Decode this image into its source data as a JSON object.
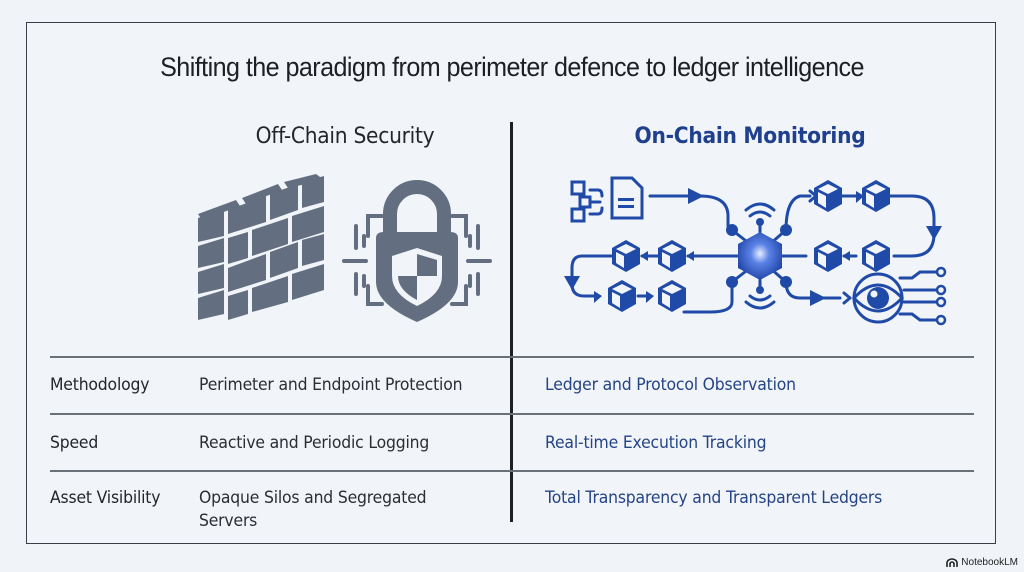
{
  "title": "Shifting the paradigm from perimeter defence to ledger intelligence",
  "columns": {
    "off_chain": {
      "heading": "Off-Chain Security",
      "icons": [
        "brick-wall-icon",
        "padlock-shield-icon"
      ],
      "color": "#636f80"
    },
    "on_chain": {
      "heading": "On-Chain Monitoring",
      "icons": [
        "document-flow-icon",
        "blockchain-hub-icon",
        "cube-chain-icon",
        "eye-circuit-icon"
      ],
      "color": "#1f4aa8"
    }
  },
  "rows": [
    {
      "label": "Methodology",
      "off_chain": "Perimeter and Endpoint Protection",
      "on_chain": "Ledger and Protocol Observation"
    },
    {
      "label": "Speed",
      "off_chain": "Reactive and Periodic Logging",
      "on_chain": "Real-time Execution Tracking"
    },
    {
      "label": "Asset Visibility",
      "off_chain": "Opaque Silos and Segregated Servers",
      "on_chain": "Total Transparency and Transparent Ledgers"
    }
  ],
  "footer": {
    "brand": "NotebookLM"
  }
}
